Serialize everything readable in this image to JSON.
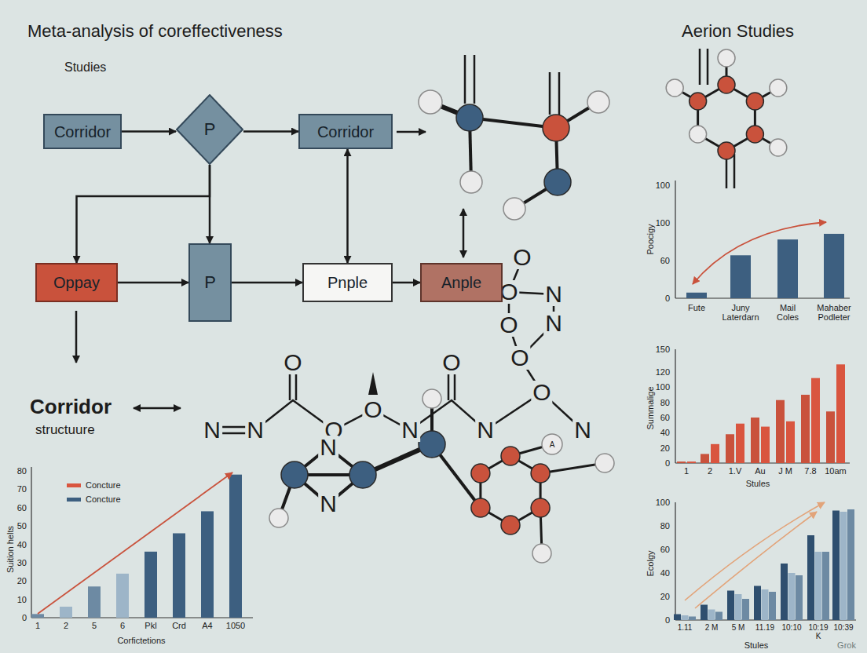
{
  "diagram": {
    "title": "Meta-analysis of coreffectiveness",
    "nodes": [
      {
        "text": [
          "Corridor"
        ]
      },
      {
        "text": [
          "P"
        ]
      },
      {
        "text": [
          "Corridor"
        ]
      },
      {
        "text": [
          "Oppay"
        ]
      },
      {
        "text": [
          "P"
        ]
      },
      {
        "text": [
          "Pnple"
        ]
      },
      {
        "text": [
          "Anple"
        ]
      }
    ],
    "edges": [
      {
        "from": 0,
        "to": 1,
        "arrow": "to"
      },
      {
        "from": 1,
        "to": 2,
        "arrow": "to"
      },
      {
        "from": 1,
        "to": 3,
        "arrow": "to"
      },
      {
        "from": 1,
        "to": 4,
        "arrow": "to"
      },
      {
        "from": 2,
        "to": 5,
        "arrow": "both"
      },
      {
        "from": 3,
        "to": 4,
        "arrow": "to"
      },
      {
        "from": 4,
        "to": 5,
        "arrow": "to"
      },
      {
        "from": 5,
        "to": 6,
        "arrow": "to"
      }
    ],
    "labels": [
      "Aerion Studies",
      "Studies",
      "Corridor",
      "structuure",
      "N",
      "N",
      "O",
      "O",
      "O",
      "N",
      "O",
      "N",
      "O",
      "O",
      "N",
      "O",
      "N",
      "O",
      "O",
      "N",
      "N",
      "N",
      "A",
      "Poocigy",
      "100",
      "100",
      "60",
      "0",
      "Fute",
      "Juny Laterdarn",
      "Mail Coles",
      "Mahaber Podleter",
      "Summalige",
      "150",
      "120",
      "100",
      "80",
      "60",
      "40",
      "20",
      "0",
      "1",
      "2",
      "1.V",
      "Au",
      "J M",
      "7.8",
      "10am",
      "Stules",
      "Ecolgy",
      "100",
      "80",
      "60",
      "40",
      "20",
      "0",
      "1.11",
      "2 M",
      "5 M",
      "11.19",
      "10:10",
      "10:19 K",
      "10:39",
      "Stules",
      "Suition helts",
      "80",
      "70",
      "60",
      "50",
      "40",
      "30",
      "20",
      "10",
      "0",
      "1",
      "2",
      "5",
      "6",
      "Pkl",
      "Crd",
      "A4",
      "1050",
      "Corfictetions",
      "Grok"
    ],
    "legend": [
      {
        "text": "Concture",
        "color": "#d9553f"
      },
      {
        "text": "Concture",
        "color": "#3d5f80"
      }
    ]
  }
}
